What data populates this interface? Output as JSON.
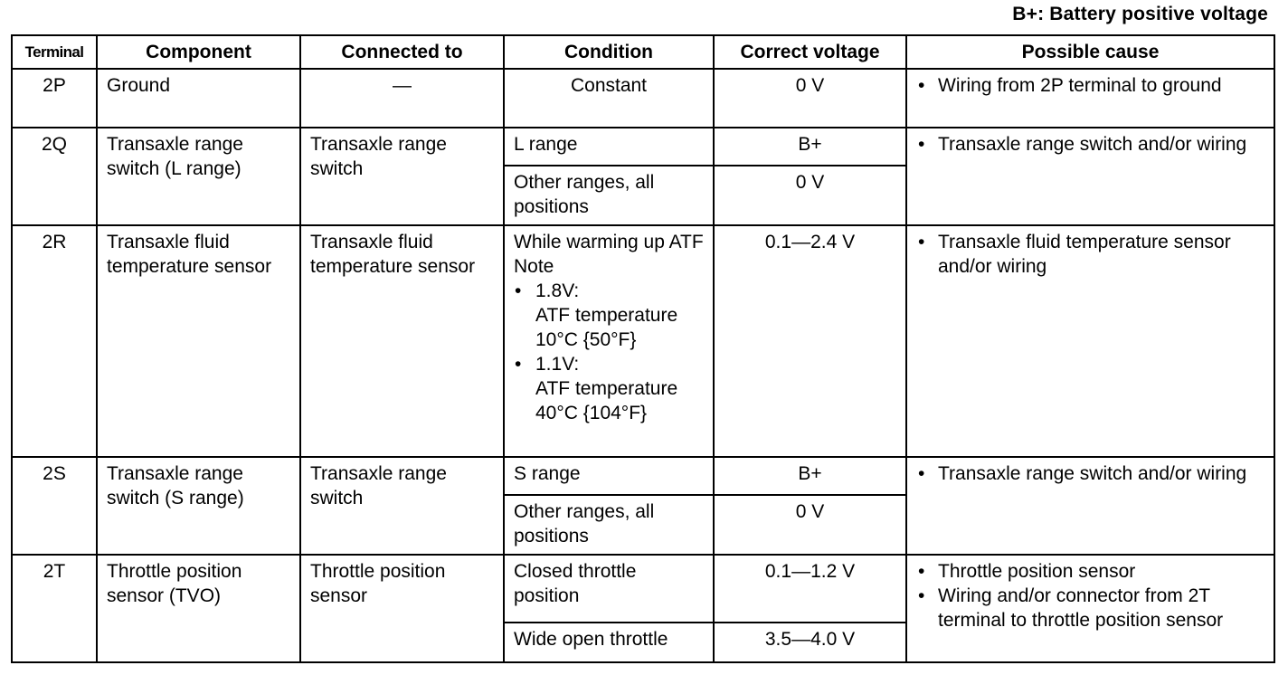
{
  "caption": "B+: Battery positive voltage",
  "headers": {
    "terminal": "Terminal",
    "component": "Component",
    "connected_to": "Connected to",
    "condition": "Condition",
    "correct_voltage": "Correct voltage",
    "possible_cause": "Possible cause"
  },
  "rows": [
    {
      "terminal": "2P",
      "component": "Ground",
      "connected_to": "—",
      "conditions": [
        {
          "condition": "Constant",
          "voltage": "0 V"
        }
      ],
      "causes": [
        "Wiring from 2P terminal to ground"
      ]
    },
    {
      "terminal": "2Q",
      "component": "Transaxle range switch (L range)",
      "connected_to": "Transaxle range switch",
      "conditions": [
        {
          "condition": "L range",
          "voltage": "B+"
        },
        {
          "condition": "Other ranges, all positions",
          "voltage": "0 V"
        }
      ],
      "causes": [
        "Transaxle range switch and/or wiring"
      ]
    },
    {
      "terminal": "2R",
      "component": "Transaxle fluid temperature sensor",
      "connected_to": "Transaxle fluid temperature sensor",
      "conditions": [
        {
          "condition": "While warming up ATF",
          "note_label": "Note",
          "notes": [
            {
              "value": "1.8V:",
              "line1": "ATF temperature",
              "line2": "10°C {50°F}"
            },
            {
              "value": "1.1V:",
              "line1": "ATF temperature",
              "line2": "40°C {104°F}"
            }
          ],
          "voltage": "0.1—2.4 V"
        }
      ],
      "causes": [
        "Transaxle fluid temperature sensor and/or wiring"
      ]
    },
    {
      "terminal": "2S",
      "component": "Transaxle range switch (S range)",
      "connected_to": "Transaxle range switch",
      "conditions": [
        {
          "condition": "S range",
          "voltage": "B+"
        },
        {
          "condition": "Other ranges, all positions",
          "voltage": "0 V"
        }
      ],
      "causes": [
        "Transaxle range switch and/or wiring"
      ]
    },
    {
      "terminal": "2T",
      "component": "Throttle position sensor (TVO)",
      "connected_to": "Throttle position sensor",
      "conditions": [
        {
          "condition": "Closed throttle position",
          "voltage": "0.1—1.2 V"
        },
        {
          "condition": "Wide open throttle",
          "voltage": "3.5—4.0 V"
        }
      ],
      "causes": [
        "Throttle position sensor",
        "Wiring and/or connector from 2T terminal to throttle position sensor"
      ]
    }
  ]
}
